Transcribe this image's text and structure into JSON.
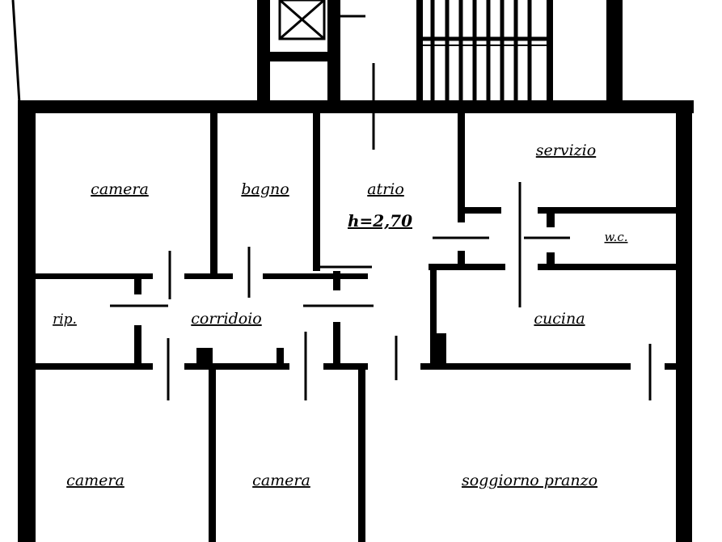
{
  "colors": {
    "ink": "#000000",
    "paper": "#ffffff"
  },
  "rooms": {
    "camera_top_left": "camera",
    "bagno": "bagno",
    "atrio": "atrio",
    "atrio_height": "h=2,70",
    "servizio": "servizio",
    "wc": "w.c.",
    "ripostiglio": "rip.",
    "corridoio": "corridoio",
    "cucina": "cucina",
    "camera_bottom_left": "camera",
    "camera_bottom_middle": "camera",
    "soggiorno": "soggiorno pranzo"
  }
}
